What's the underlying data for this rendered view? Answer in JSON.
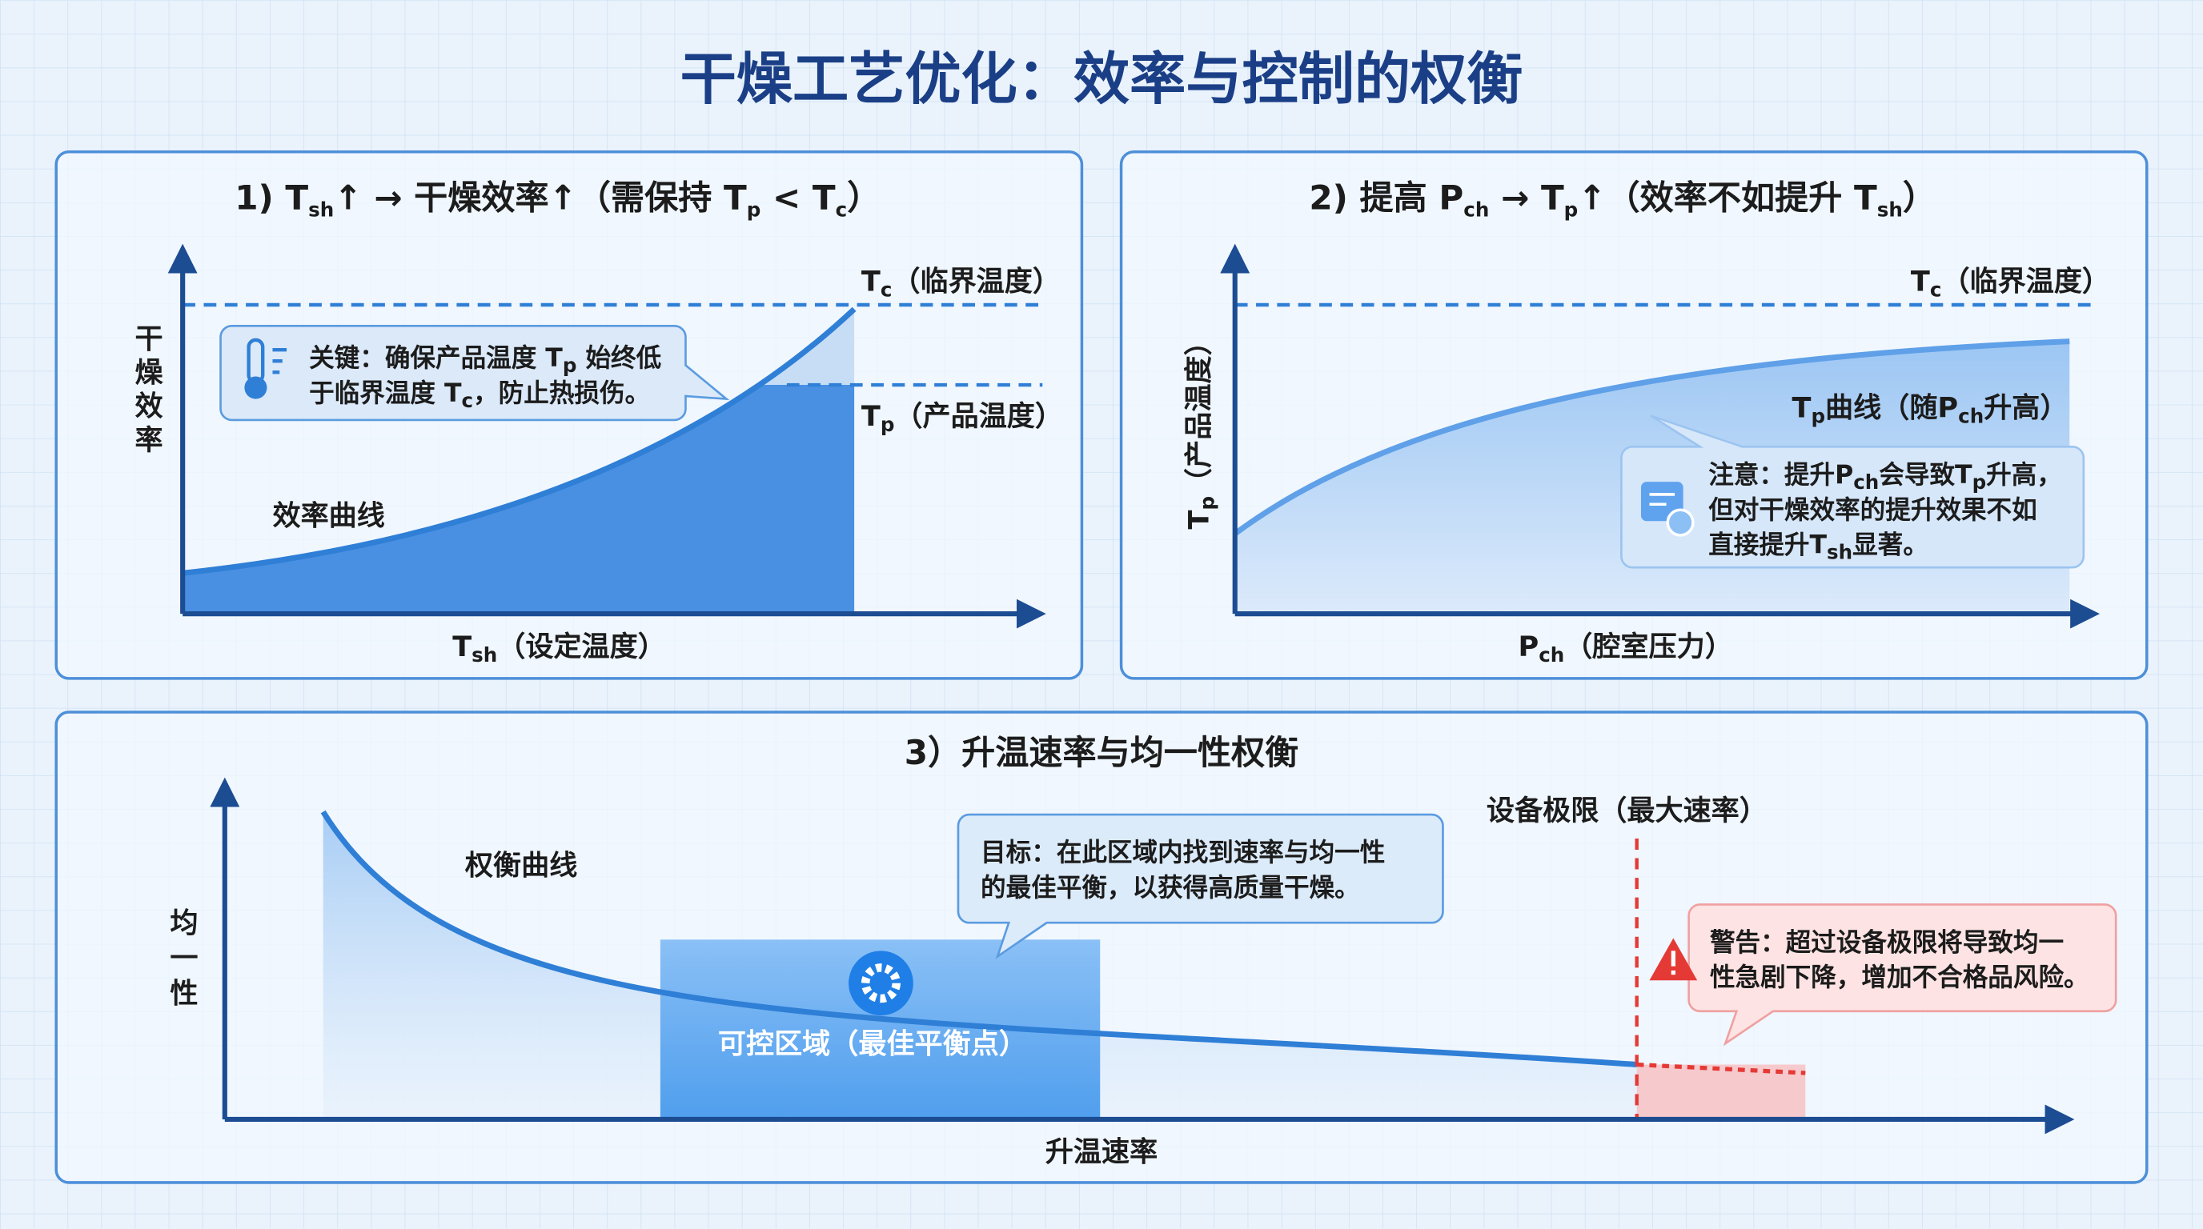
{
  "title": "干燥工艺优化：效率与控制的权衡",
  "panel1": {
    "title": [
      "1) T",
      "sh",
      "↑ → 干燥效率↑（需保持 T",
      "p",
      " < T",
      "c",
      "）"
    ],
    "y_label": [
      "干",
      "燥",
      "效",
      "率"
    ],
    "x_label": [
      "T",
      "sh",
      "（设定温度）"
    ],
    "tc_label": [
      "T",
      "c",
      "（临界温度）"
    ],
    "tp_label": [
      "T",
      "p",
      "（产品温度）"
    ],
    "curve_label": "效率曲线",
    "callout": {
      "line1": [
        "关键：确保产品温度 T",
        "p",
        " 始终低"
      ],
      "line2": [
        "于临界温度 T",
        "c",
        "，防止热损伤。"
      ]
    }
  },
  "panel2": {
    "title": [
      "2) 提高 P",
      "ch",
      " → T",
      "p",
      "↑（效率不如提升 T",
      "sh",
      "）"
    ],
    "y_label": [
      "T",
      "p",
      "（产品温度）"
    ],
    "x_label": [
      "P",
      "ch",
      "（腔室压力）"
    ],
    "tc_label": [
      "T",
      "c",
      "（临界温度）"
    ],
    "curve_label": [
      "T",
      "p",
      "曲线（随P",
      "ch",
      "升高）"
    ],
    "callout": {
      "line1": [
        "注意：提升P",
        "ch",
        "会导致T",
        "p",
        "升高，"
      ],
      "line2": "但对干燥效率的提升效果不如",
      "line3": [
        "直接提升T",
        "sh",
        "显著。"
      ]
    }
  },
  "panel3": {
    "title": "3）升温速率与均一性权衡",
    "y_label": [
      "均",
      "一",
      "性"
    ],
    "x_label": "升温速率",
    "curve_label": "权衡曲线",
    "zone_label": "可控区域（最佳平衡点）",
    "limit_label": "设备极限（最大速率）",
    "goal_callout": {
      "line1": "目标：在此区域内找到速率与均一性",
      "line2": "的最佳平衡，以获得高质量干燥。"
    },
    "warning_callout": {
      "line1": "警告：超过设备极限将导致均一",
      "line2": "性急剧下降，增加不合格品风险。"
    }
  },
  "colors": {
    "title": "#1b3f86",
    "accent": "#2f7fd6",
    "fill_dark": "#4a90e2",
    "zone": "#55a3f0",
    "warning": "#e53935"
  }
}
